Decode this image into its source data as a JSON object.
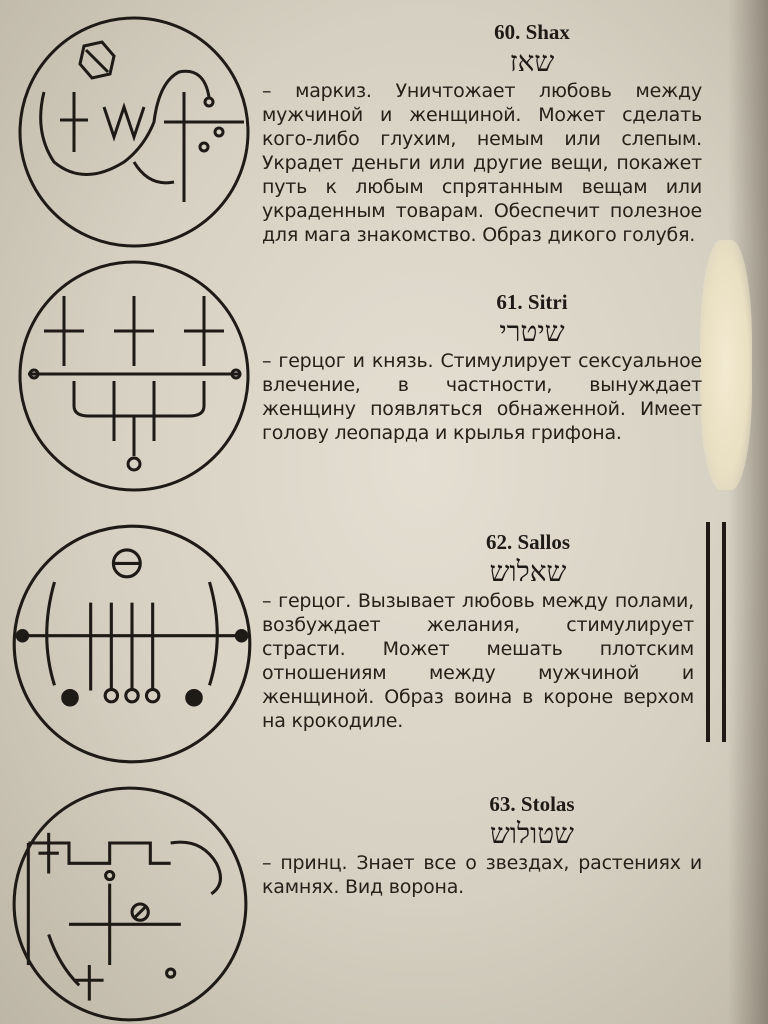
{
  "entries": [
    {
      "title": "60. Shax",
      "hebrew": "שאז",
      "description": "– маркиз. Уничтожает любовь между мужчиной и женщиной. Может сделать кого-либо глухим, немым или слепым. Украдет деньги или другие вещи, покажет путь к любым спрятанным вещам или украденным товарам. Обеспечит полезное для мага знакомство. Образ дикого голубя."
    },
    {
      "title": "61. Sitri",
      "hebrew": "שיטרי",
      "description": "– герцог и князь. Стимулирует сексуальное влечение, в частности, вынуждает женщину появляться обнаженной. Имеет голову леопарда и крылья грифона."
    },
    {
      "title": "62. Sallos",
      "hebrew": "שאלוש",
      "description": "– герцог. Вызывает любовь между полами, возбуждает желания, стимулирует страсти. Может мешать плотским отношениям между мужчиной и женщиной. Образ воина в короне верхом на крокодиле."
    },
    {
      "title": "63. Stolas",
      "hebrew": "שטולוש",
      "description": "– принц. Знает все о звездах, растениях и камнях. Вид ворона."
    }
  ],
  "colors": {
    "ink": "#1e1a16",
    "paper": "#dcd6c9"
  }
}
